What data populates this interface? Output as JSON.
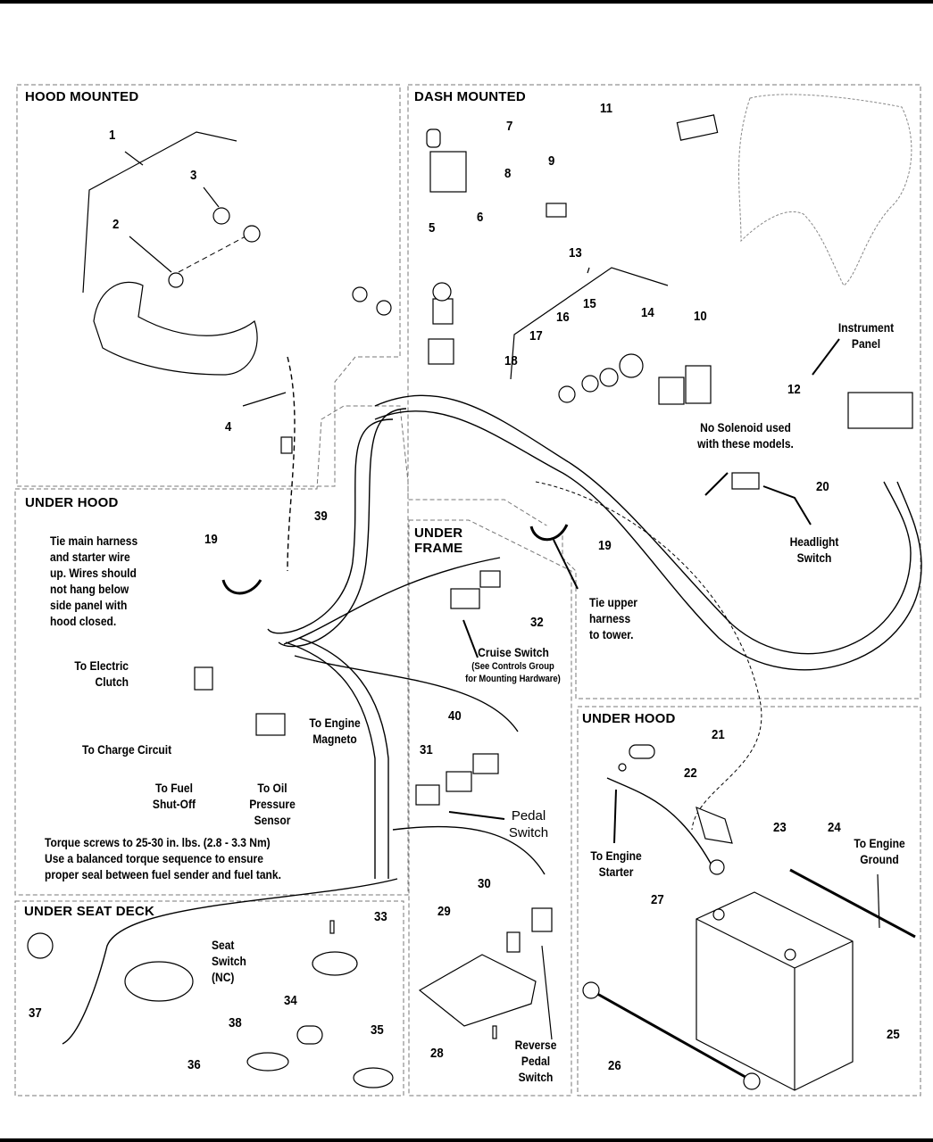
{
  "diagram": {
    "type": "exploded-parts-wiring-diagram",
    "sections": [
      {
        "id": "hood-mounted",
        "title": "HOOD MOUNTED"
      },
      {
        "id": "dash-mounted",
        "title": "DASH MOUNTED"
      },
      {
        "id": "under-hood-left",
        "title": "UNDER HOOD"
      },
      {
        "id": "under-frame",
        "title": "UNDER\nFRAME"
      },
      {
        "id": "under-hood-right",
        "title": "UNDER HOOD"
      },
      {
        "id": "under-seat-deck",
        "title": "UNDER SEAT DECK"
      }
    ],
    "callouts": {
      "1": "1",
      "2": "2",
      "3": "3",
      "4": "4",
      "5": "5",
      "6": "6",
      "7": "7",
      "8": "8",
      "9": "9",
      "10": "10",
      "11": "11",
      "12": "12",
      "13": "13",
      "14": "14",
      "15": "15",
      "16": "16",
      "17": "17",
      "18": "18",
      "19a": "19",
      "19b": "19",
      "20": "20",
      "21": "21",
      "22": "22",
      "23": "23",
      "24": "24",
      "25": "25",
      "26": "26",
      "27": "27",
      "28": "28",
      "29": "29",
      "30": "30",
      "31": "31",
      "32": "32",
      "33": "33",
      "34": "34",
      "35": "35",
      "36": "36",
      "37": "37",
      "38": "38",
      "39": "39",
      "40": "40"
    },
    "notes": {
      "instrument_panel": "Instrument\nPanel",
      "no_solenoid": "No Solenoid used\nwith these models.",
      "headlight_switch": "Headlight\nSwitch",
      "tie_main": "Tie main harness\nand starter wire\nup. Wires should\nnot hang below\nside panel with\nhood closed.",
      "electric_clutch": "To Electric\nClutch",
      "charge_circuit": "To Charge Circuit",
      "engine_magneto": "To Engine\nMagneto",
      "fuel_shutoff": "To Fuel\nShut-Off",
      "oil_pressure": "To Oil\nPressure\nSensor",
      "torque": "Torque screws to 25-30 in. lbs. (2.8 - 3.3 Nm)\nUse a balanced torque sequence to ensure\nproper seal between fuel sender and fuel tank.",
      "tie_upper": "Tie upper\nharness\nto tower.",
      "cruise_switch": "Cruise Switch",
      "cruise_hw": "(See Controls Group\nfor Mounting Hardware)",
      "pedal_switch": "Pedal\nSwitch",
      "reverse_pedal": "Reverse\nPedal\nSwitch",
      "engine_starter": "To Engine\nStarter",
      "engine_ground": "To Engine\nGround",
      "seat_switch": "Seat\nSwitch\n(NC)"
    }
  }
}
